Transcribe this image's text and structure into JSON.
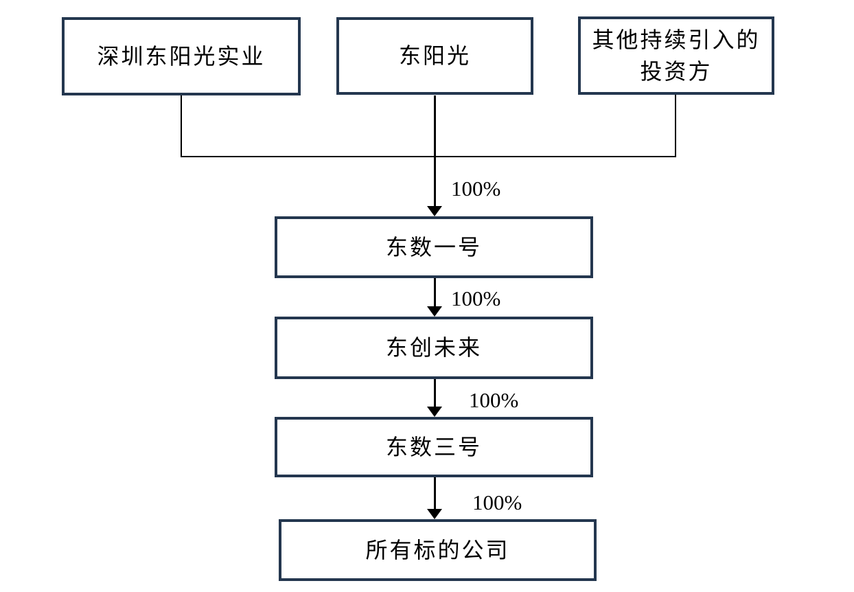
{
  "colors": {
    "box_border": "#24374f",
    "box_fill": "#ffffff",
    "line": "#000000",
    "text": "#000000",
    "background": "#ffffff"
  },
  "nodes": {
    "shenzhen": {
      "label": "深圳东阳光实业"
    },
    "dongyangguang": {
      "label": "东阳光"
    },
    "investors": {
      "label": "其他持续引入的\n投资方"
    },
    "dongshu1": {
      "label": "东数一号"
    },
    "dongchuang": {
      "label": "东创未来"
    },
    "dongshu3": {
      "label": "东数三号"
    },
    "target": {
      "label": "所有标的公司"
    }
  },
  "edges": [
    {
      "id": "parents-to-dongshu1",
      "label": "100%"
    },
    {
      "id": "dongshu1-to-dongchuang",
      "label": "100%"
    },
    {
      "id": "dongchuang-to-dongshu3",
      "label": "100%"
    },
    {
      "id": "dongshu3-to-target",
      "label": "100%"
    }
  ]
}
